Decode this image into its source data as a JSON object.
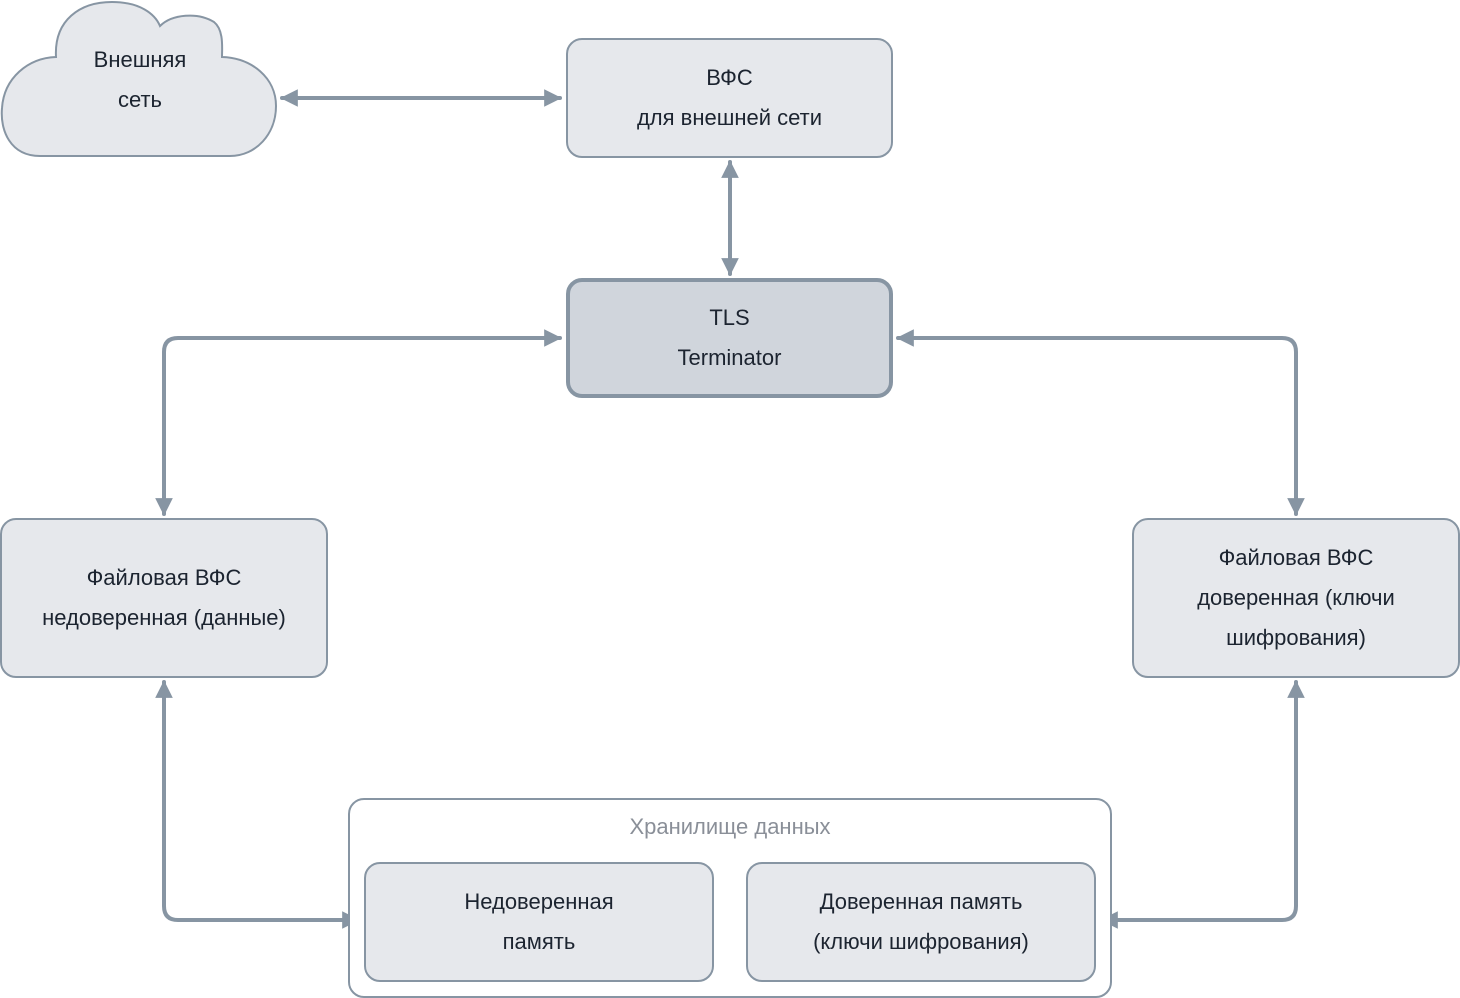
{
  "diagram": {
    "nodes": {
      "external_network": {
        "lines": [
          "Внешняя",
          "сеть"
        ],
        "shape": "cloud"
      },
      "vfs_external": {
        "lines": [
          "ВФС",
          "для внешней сети"
        ]
      },
      "tls_terminator": {
        "lines": [
          "TLS",
          "Terminator"
        ]
      },
      "file_vfs_untrusted": {
        "lines": [
          "Файловая ВФС",
          "недоверенная (данные)"
        ]
      },
      "file_vfs_trusted": {
        "lines": [
          "Файловая ВФС",
          "доверенная (ключи",
          "шифрования)"
        ]
      },
      "untrusted_memory": {
        "lines": [
          "Недоверенная",
          "память"
        ]
      },
      "trusted_memory": {
        "lines": [
          "Доверенная память",
          "(ключи шифрования)"
        ]
      }
    },
    "group": {
      "title": "Хранилище данных"
    },
    "edges": [
      {
        "from": "external_network",
        "to": "vfs_external",
        "direction": "both"
      },
      {
        "from": "vfs_external",
        "to": "tls_terminator",
        "direction": "both"
      },
      {
        "from": "tls_terminator",
        "to": "file_vfs_untrusted",
        "direction": "both"
      },
      {
        "from": "tls_terminator",
        "to": "file_vfs_trusted",
        "direction": "both"
      },
      {
        "from": "file_vfs_untrusted",
        "to": "untrusted_memory",
        "direction": "both"
      },
      {
        "from": "file_vfs_trusted",
        "to": "trusted_memory",
        "direction": "both"
      }
    ],
    "colors": {
      "node_fill": "#e6e8ec",
      "tls_fill": "#d0d5dc",
      "stroke": "#8795a3",
      "group_title": "#8a8f98",
      "text": "#1c2430"
    }
  }
}
